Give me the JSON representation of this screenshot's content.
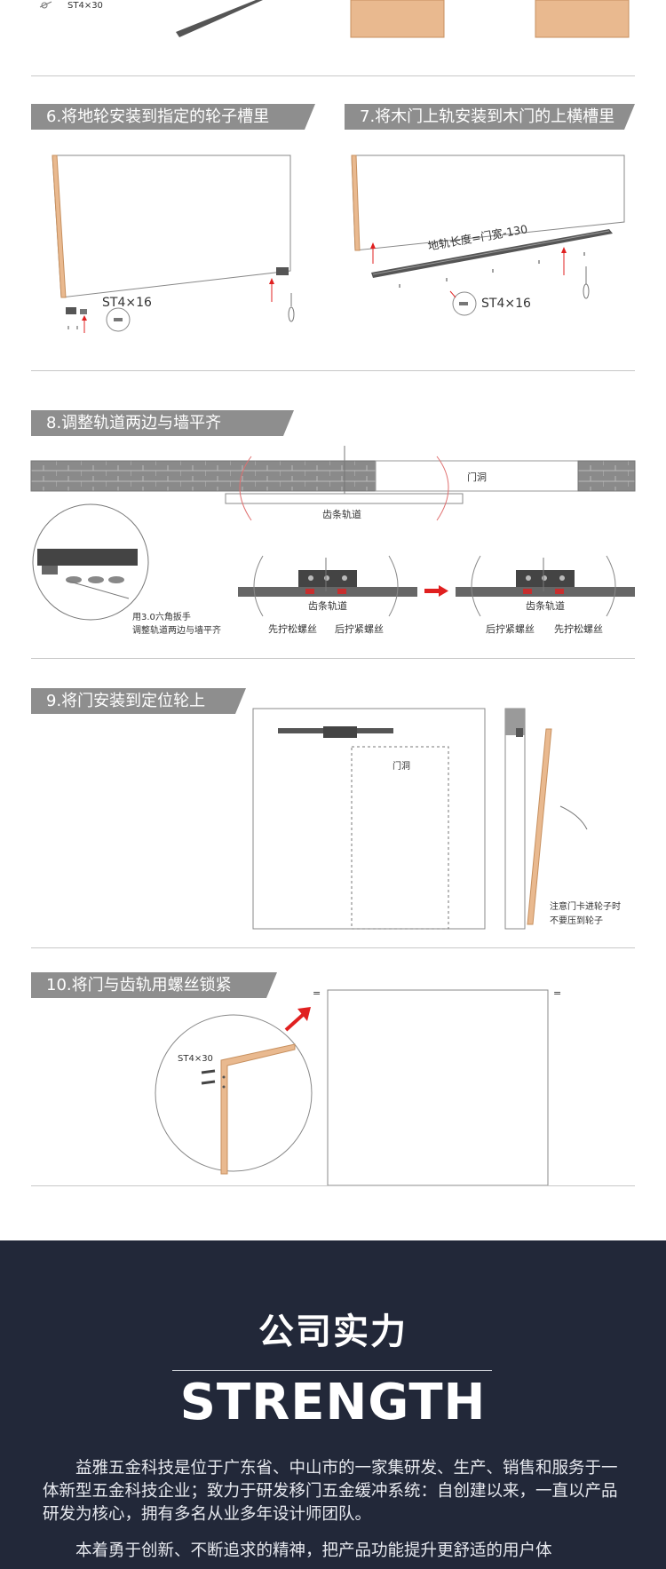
{
  "step5": {
    "screw_label": "ST4×30"
  },
  "step6": {
    "title": "6.将地轮安装到指定的轮子槽里",
    "screw_label": "ST4×16"
  },
  "step7": {
    "title": "7.将木门上轨安装到木门的上横槽里",
    "rail_length_label": "地轨长度=门宽-130",
    "screw_label": "ST4×16"
  },
  "step8": {
    "title": "8.调整轨道两边与墙平齐",
    "door_opening_label": "门洞",
    "track_label": "齿条轨道",
    "wrench_note_line1": "用3.0六角扳手",
    "wrench_note_line2": "调整轨道两边与墙平齐",
    "left_track_label": "齿条轨道",
    "left_loosen": "先拧松螺丝",
    "left_tighten": "后拧紧螺丝",
    "right_track_label": "齿条轨道",
    "right_tighten": "后拧紧螺丝",
    "right_loosen": "先拧松螺丝"
  },
  "step9": {
    "title": "9.将门安装到定位轮上",
    "door_opening_label": "门洞",
    "note_line1": "注意门卡进轮子时",
    "note_line2": "不要压到轮子"
  },
  "step10": {
    "title": "10.将门与齿轨用螺丝锁紧",
    "screw_label": "ST4×30",
    "eq_left": "=",
    "eq_right": "="
  },
  "footer": {
    "title_cn": "公司实力",
    "title_en": "STRENGTH",
    "paragraph1": "益雅五金科技是位于广东省、中山市的一家集研发、生产、销售和服务于一体新型五金科技企业；致力于研发移门五金缓冲系统：自创建以来，一直以产品研发为核心，拥有多名从业多年设计师团队。",
    "paragraph2": "本着勇于创新、不断追求的精神，把产品功能提升更舒适的用户体"
  },
  "colors": {
    "tag_bg": "#8e8e8e",
    "wood": "#e9b98f",
    "wood_edge": "#d79c6c",
    "brick": "#8a8a8a",
    "footer_bg": "#222839",
    "red_arrow": "#e02020"
  }
}
